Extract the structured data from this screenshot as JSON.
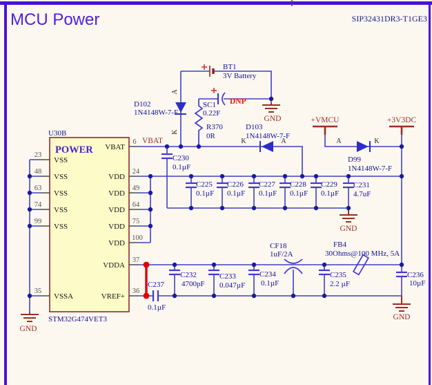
{
  "sheet": {
    "title": "MCU Power",
    "part_number": "SIP32431DR3-T1GE3"
  },
  "mcu": {
    "designator": "U30B",
    "block_name": "POWER",
    "part": "STM32G474VET3",
    "left_pins": [
      {
        "num": "23",
        "name": "VSS"
      },
      {
        "num": "48",
        "name": "VSS"
      },
      {
        "num": "63",
        "name": "VSS"
      },
      {
        "num": "74",
        "name": "VSS"
      },
      {
        "num": "99",
        "name": "VSS"
      },
      {
        "num": "35",
        "name": "VSSA"
      }
    ],
    "right_pins": [
      {
        "num": "6",
        "name": "VBAT"
      },
      {
        "num": "24",
        "name": "VDD"
      },
      {
        "num": "49",
        "name": "VDD"
      },
      {
        "num": "64",
        "name": "VDD"
      },
      {
        "num": "75",
        "name": "VDD"
      },
      {
        "num": "100",
        "name": "VDD"
      },
      {
        "num": "37",
        "name": "VDDA"
      },
      {
        "num": "36",
        "name": "VREF+"
      }
    ]
  },
  "components": {
    "bt1": {
      "designator": "BT1",
      "value": "3V Battery"
    },
    "sc1": {
      "designator": "SC1",
      "value": "0.22F",
      "note": "DNP"
    },
    "r370": {
      "designator": "R370",
      "value": "0R"
    },
    "d102": {
      "designator": "D102",
      "value": "1N4148W-7-F"
    },
    "d103": {
      "designator": "D103",
      "value": "1N4148W-7-F"
    },
    "d99": {
      "designator": "D99",
      "value": "1N4148W-7-F"
    },
    "c230": {
      "designator": "C230",
      "value": "0.1µF"
    },
    "c225": {
      "designator": "C225",
      "value": "0.1µF"
    },
    "c226": {
      "designator": "C226",
      "value": "0.1µF"
    },
    "c227": {
      "designator": "C227",
      "value": "0.1µF"
    },
    "c228": {
      "designator": "C228",
      "value": "0.1µF"
    },
    "c229": {
      "designator": "C229",
      "value": "0.1µF"
    },
    "c231": {
      "designator": "C231",
      "value": "4.7uF"
    },
    "c232": {
      "designator": "C232",
      "value": "4700pF"
    },
    "c233": {
      "designator": "C233",
      "value": "0.047µF"
    },
    "c234": {
      "designator": "C234",
      "value": "0.1µF"
    },
    "c235": {
      "designator": "C235",
      "value": "2.2 µF"
    },
    "c236": {
      "designator": "C236",
      "value": "10µF"
    },
    "c237": {
      "designator": "C237",
      "value": "0.1µF"
    },
    "cf18": {
      "designator": "CF18",
      "value": "1uF/2A"
    },
    "fb4": {
      "designator": "FB4",
      "value": "30Ohms@100 MHz, 5A"
    }
  },
  "nets": {
    "vbat": "VBAT",
    "gnd": "GND",
    "vmcu": "+VMCU",
    "v3v3dc": "+3V3DC"
  },
  "pin_labels": {
    "anode": "A",
    "cathode": "K"
  },
  "colors": {
    "background": "#fcf8f0",
    "border": "#4812d8",
    "title": "#4b22e0",
    "wire": "#3f3fc6",
    "symbol": "#4336d6",
    "junction": "#1c1c96",
    "component_text": "#10109a",
    "net_text": "#9b2d22",
    "chip_fill": "#fdfcc8",
    "chip_border": "#8b2b2b",
    "highlight_net": "#e00000",
    "dnp": "#ff1212"
  }
}
